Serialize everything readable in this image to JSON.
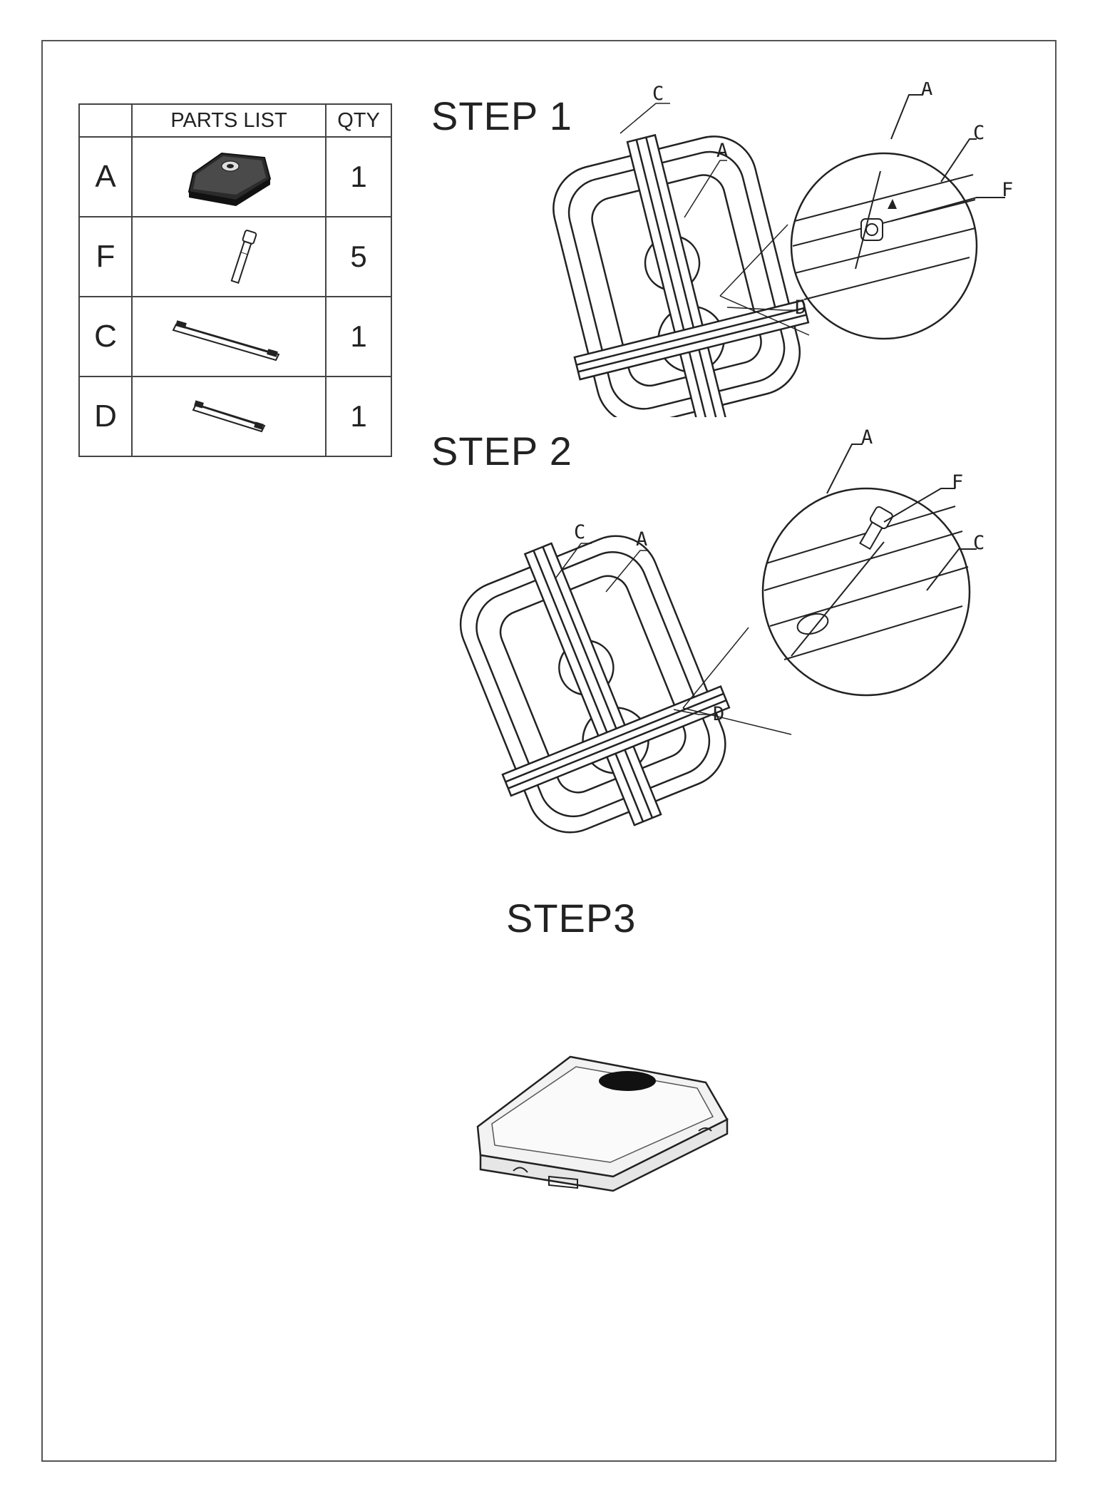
{
  "parts_table": {
    "header": {
      "blank": "",
      "parts_list": "PARTS LIST",
      "qty": "QTY"
    },
    "rows": [
      {
        "letter": "A",
        "part": "base",
        "qty": "1"
      },
      {
        "letter": "F",
        "part": "screw",
        "qty": "5"
      },
      {
        "letter": "C",
        "part": "long-bar",
        "qty": "1"
      },
      {
        "letter": "D",
        "part": "short-bar",
        "qty": "1"
      }
    ]
  },
  "steps": [
    {
      "label": "STEP 1"
    },
    {
      "label": "STEP 2"
    },
    {
      "label": "STEP3"
    }
  ],
  "callouts": {
    "step1": {
      "c": "C",
      "a": "A",
      "d": "D",
      "zoom_a": "A",
      "zoom_c": "C",
      "zoom_f": "F"
    },
    "step2": {
      "c": "C",
      "a": "A",
      "d": "D",
      "zoom_a": "A",
      "zoom_f": "F",
      "zoom_c": "C"
    }
  }
}
